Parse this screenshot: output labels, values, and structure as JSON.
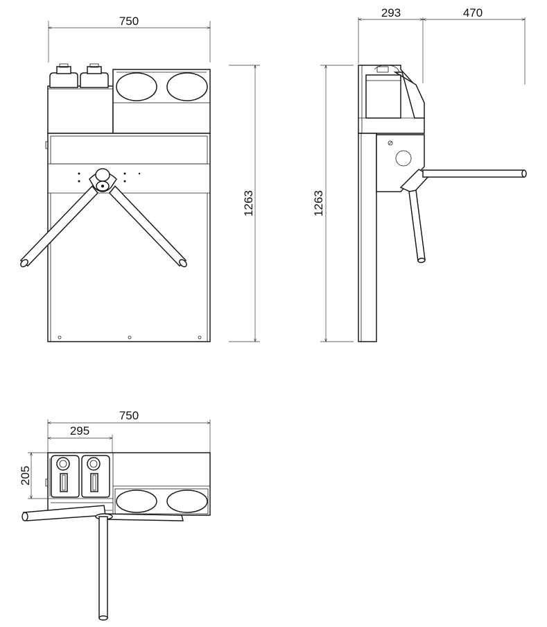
{
  "dimensions": {
    "front_width": "750",
    "front_height": "1263",
    "side_depth_left": "293",
    "side_depth_right": "470",
    "side_height": "1263",
    "top_width": "750",
    "top_partial_width": "295",
    "top_depth": "205"
  },
  "colors": {
    "line": "#1a1a1a",
    "fill_light": "#e6e6e6",
    "background": "#ffffff"
  }
}
